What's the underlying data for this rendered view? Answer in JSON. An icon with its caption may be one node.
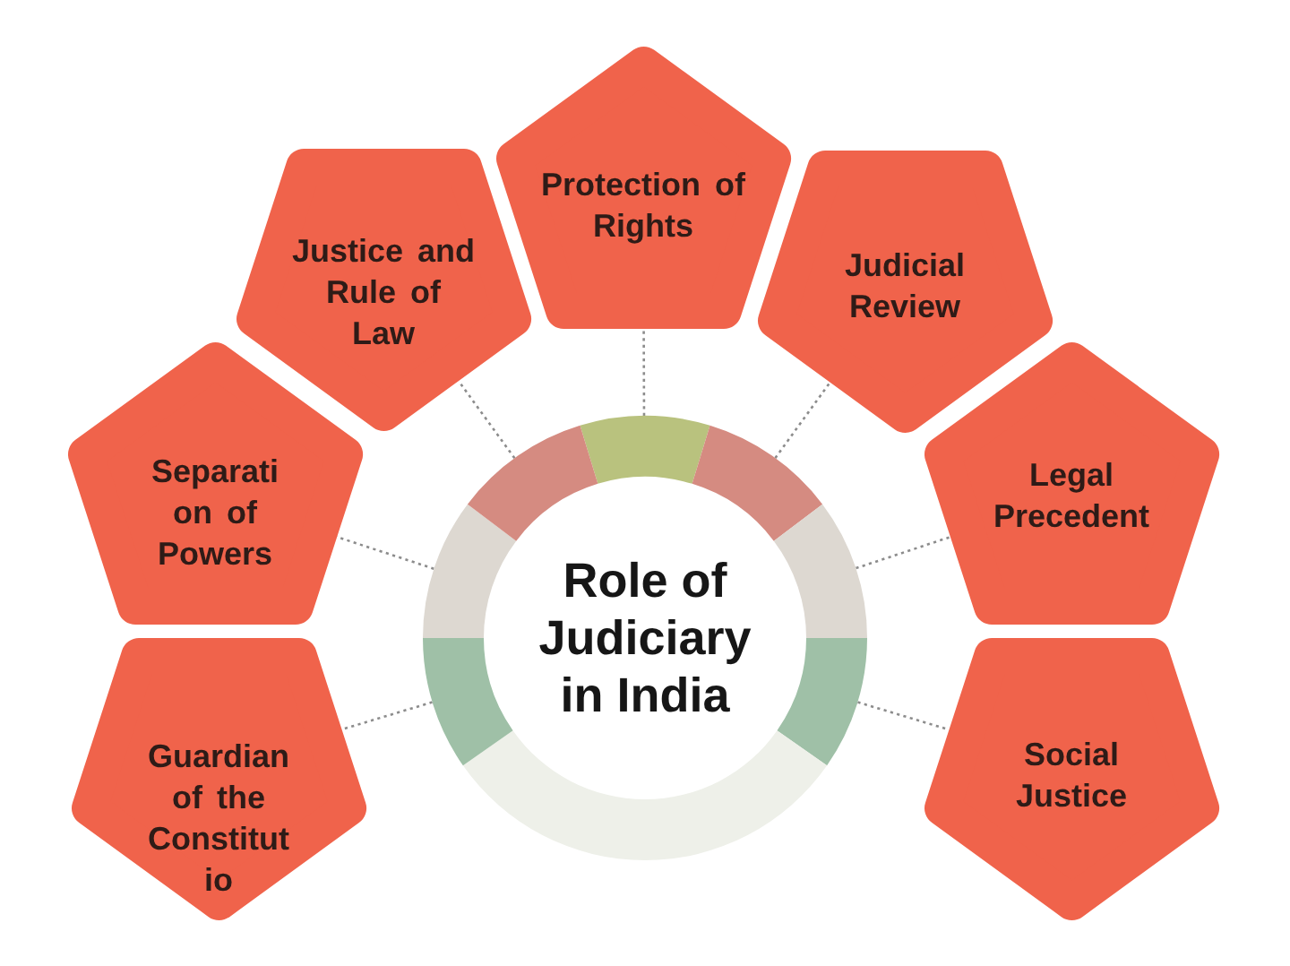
{
  "diagram": {
    "nodes": [
      {
        "text": [
          "Role of Judiciary in India"
        ]
      },
      {
        "text": [
          "Protection of Rights"
        ]
      },
      {
        "text": [
          "Justice and Rule of Law"
        ]
      },
      {
        "text": [
          "Judicial Review"
        ]
      },
      {
        "text": [
          "Separati on of Powers"
        ]
      },
      {
        "text": [
          "Legal Precedent"
        ]
      },
      {
        "text": [
          "Guardian of the Constitut io"
        ]
      },
      {
        "text": [
          "Social Justice"
        ]
      }
    ],
    "edges": [
      {
        "from": 0,
        "to": 1,
        "arrow": "none"
      },
      {
        "from": 0,
        "to": 2,
        "arrow": "none"
      },
      {
        "from": 0,
        "to": 3,
        "arrow": "none"
      },
      {
        "from": 0,
        "to": 4,
        "arrow": "none"
      },
      {
        "from": 0,
        "to": 5,
        "arrow": "none"
      },
      {
        "from": 0,
        "to": 6,
        "arrow": "none"
      },
      {
        "from": 0,
        "to": 7,
        "arrow": "none"
      }
    ]
  }
}
